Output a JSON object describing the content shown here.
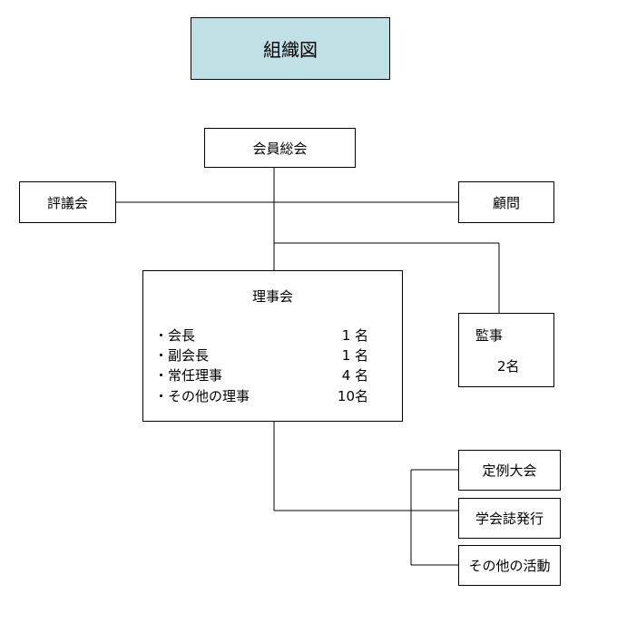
{
  "title": "組織図",
  "general_assembly": "会員総会",
  "council": "評議会",
  "advisor": "顧問",
  "board": {
    "title": "理事会",
    "members": [
      {
        "role": "・会長",
        "count": "1 名"
      },
      {
        "role": "・副会長",
        "count": "1 名"
      },
      {
        "role": "・常任理事",
        "count": "4 名"
      },
      {
        "role": "・その他の理事",
        "count": "10名"
      }
    ]
  },
  "auditor": {
    "title": "監事",
    "count": "2名"
  },
  "activities": [
    "定例大会",
    "学会誌発行",
    "その他の活動"
  ],
  "colors": {
    "title_fill": "#bfe0e4",
    "line": "#000000"
  }
}
